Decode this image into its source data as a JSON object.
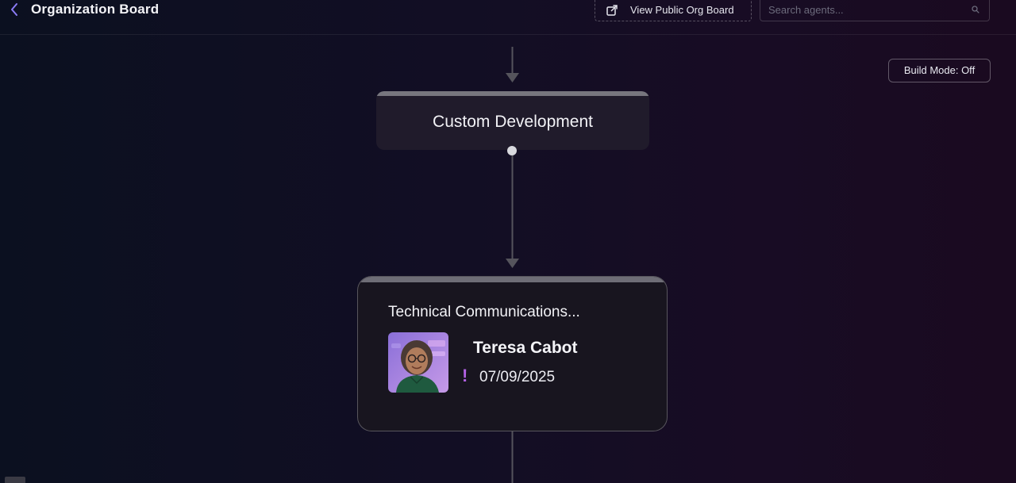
{
  "header": {
    "title": "Organization Board",
    "public_board_label": "View Public Org Board",
    "search_placeholder": "Search agents..."
  },
  "toolbar": {
    "build_mode_label": "Build Mode: Off"
  },
  "department": {
    "title": "Custom Development"
  },
  "agent": {
    "role": "Technical Communications...",
    "name": "Teresa Cabot",
    "date": "07/09/2025",
    "alert_mark": "!"
  },
  "colors": {
    "accent": "#8b7cf6",
    "alert": "#b462e6",
    "card_bar": "#6e6d76"
  }
}
